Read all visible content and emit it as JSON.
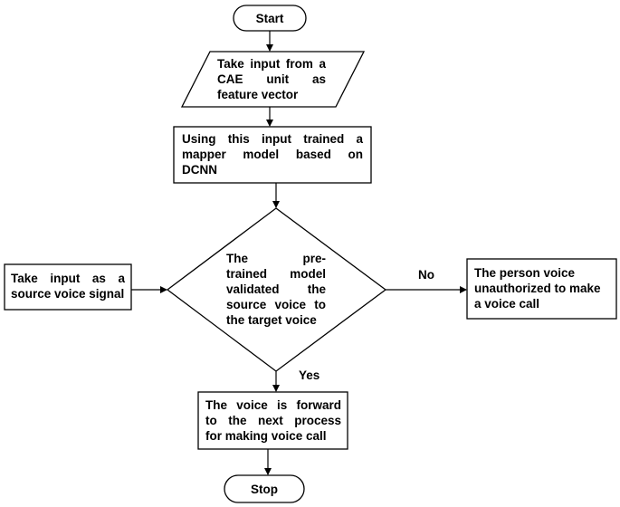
{
  "nodes": {
    "start": {
      "label": "Start"
    },
    "input_cae": {
      "lines": [
        "Take input from a",
        "CAE unit as",
        "feature vector"
      ]
    },
    "train_mapper": {
      "lines": [
        "Using this input trained a",
        "mapper model based on",
        "DCNN"
      ]
    },
    "source_voice": {
      "lines": [
        "Take input as a",
        "source voice signal"
      ]
    },
    "decision": {
      "lines": [
        "The pre-",
        "trained model",
        "validated the",
        "source voice to",
        "the target voice"
      ]
    },
    "unauthorized": {
      "lines": [
        "The person voice",
        "unauthorized to make",
        "a voice call"
      ]
    },
    "forward": {
      "lines": [
        "The voice is forward",
        "to the next process",
        "for making voice call"
      ]
    },
    "stop": {
      "label": "Stop"
    }
  },
  "edges": {
    "no_label": "No",
    "yes_label": "Yes"
  }
}
